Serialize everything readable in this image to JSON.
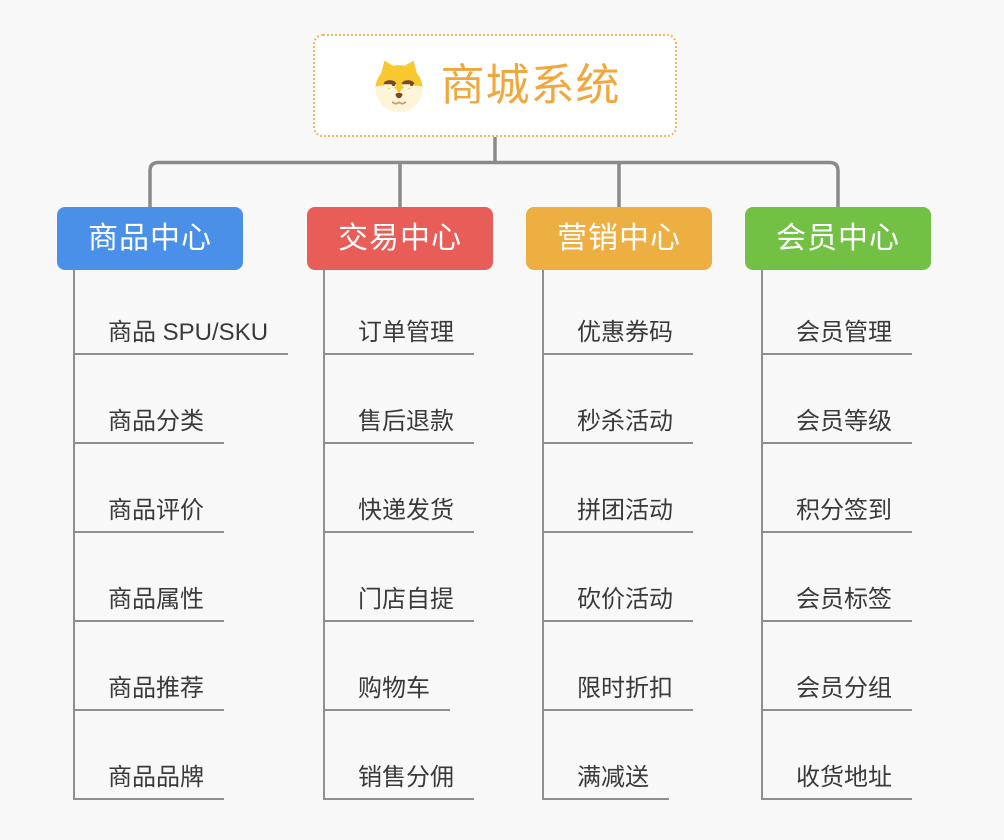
{
  "root": {
    "title": "商城系统",
    "icon": "dog-face-icon",
    "accent_color": "#f0a73d",
    "border_color": "#f2b45f"
  },
  "branches": [
    {
      "label": "商品中心",
      "color": "#4a90e8",
      "children": [
        "商品 SPU/SKU",
        "商品分类",
        "商品评价",
        "商品属性",
        "商品推荐",
        "商品品牌"
      ]
    },
    {
      "label": "交易中心",
      "color": "#e85d58",
      "children": [
        "订单管理",
        "售后退款",
        "快递发货",
        "门店自提",
        "购物车",
        "销售分佣"
      ]
    },
    {
      "label": "营销中心",
      "color": "#edaf41",
      "children": [
        "优惠券码",
        "秒杀活动",
        "拼团活动",
        "砍价活动",
        "限时折扣",
        "满减送"
      ]
    },
    {
      "label": "会员中心",
      "color": "#72c144",
      "children": [
        "会员管理",
        "会员等级",
        "积分签到",
        "会员标签",
        "会员分组",
        "收货地址"
      ]
    }
  ],
  "connector_color": "#8a8a8a",
  "leaf_line_color": "#8f8f8f",
  "background_color": "#f8f8f8"
}
